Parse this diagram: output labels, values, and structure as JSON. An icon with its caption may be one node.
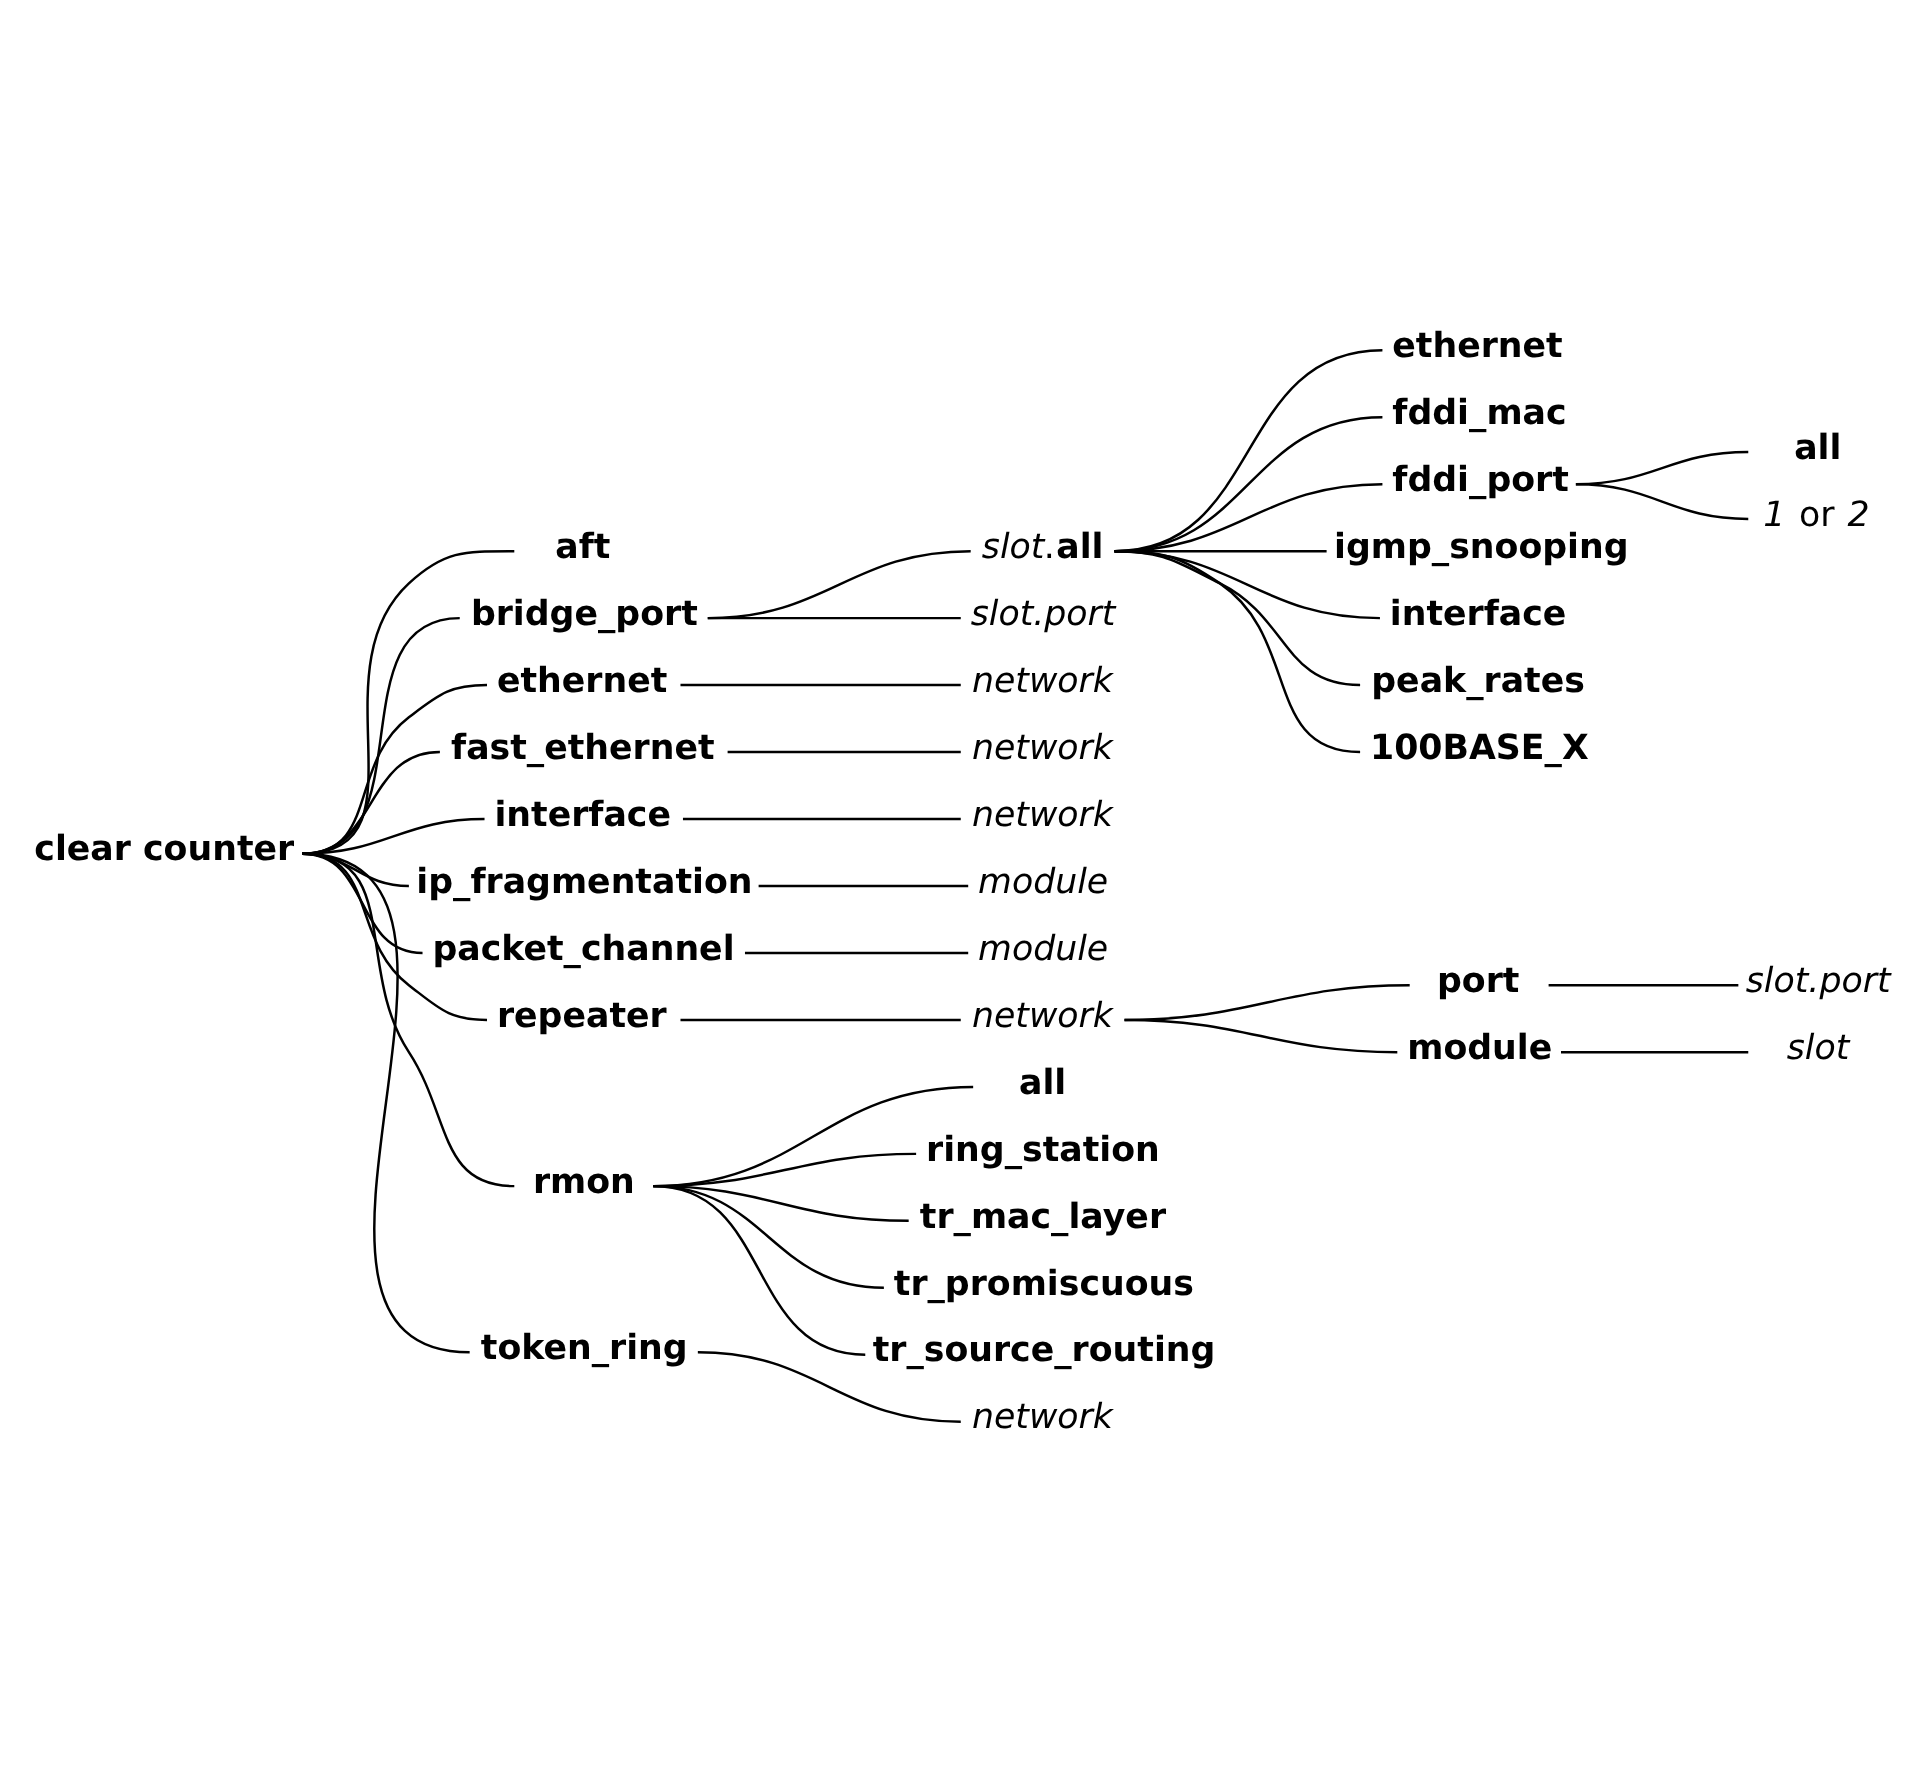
{
  "diagram": {
    "nodes": [
      {
        "text": [
          "clear counter"
        ]
      },
      {
        "text": [
          "aft"
        ]
      },
      {
        "text": [
          "bridge_port"
        ]
      },
      {
        "text": [
          "*slot*.**all**"
        ]
      },
      {
        "text": [
          "slot.port"
        ]
      },
      {
        "text": [
          "ethernet"
        ]
      },
      {
        "text": [
          "fddi_mac"
        ]
      },
      {
        "text": [
          "fddi_port"
        ]
      },
      {
        "text": [
          "all"
        ]
      },
      {
        "text": [
          "*1* or *2*"
        ]
      },
      {
        "text": [
          "igmp_snooping"
        ]
      },
      {
        "text": [
          "interface"
        ]
      },
      {
        "text": [
          "peak_rates"
        ]
      },
      {
        "text": [
          "100BASE_X"
        ]
      },
      {
        "text": [
          "ethernet"
        ]
      },
      {
        "text": [
          "network"
        ]
      },
      {
        "text": [
          "fast_ethernet"
        ]
      },
      {
        "text": [
          "network"
        ]
      },
      {
        "text": [
          "interface"
        ]
      },
      {
        "text": [
          "network"
        ]
      },
      {
        "text": [
          "ip_fragmentation"
        ]
      },
      {
        "text": [
          "module"
        ]
      },
      {
        "text": [
          "packet_channel"
        ]
      },
      {
        "text": [
          "module"
        ]
      },
      {
        "text": [
          "repeater"
        ]
      },
      {
        "text": [
          "network"
        ]
      },
      {
        "text": [
          "port"
        ]
      },
      {
        "text": [
          "slot.port"
        ]
      },
      {
        "text": [
          "module"
        ]
      },
      {
        "text": [
          "slot"
        ]
      },
      {
        "text": [
          "rmon"
        ]
      },
      {
        "text": [
          "all"
        ]
      },
      {
        "text": [
          "ring_station"
        ]
      },
      {
        "text": [
          "tr_mac_layer"
        ]
      },
      {
        "text": [
          "tr_promiscuous"
        ]
      },
      {
        "text": [
          "tr_source_routing"
        ]
      },
      {
        "text": [
          "token_ring"
        ]
      },
      {
        "text": [
          "network"
        ]
      }
    ],
    "edges": [
      {
        "from": 0,
        "to": 1,
        "arrow": "none"
      },
      {
        "from": 0,
        "to": 2,
        "arrow": "none"
      },
      {
        "from": 2,
        "to": 3,
        "arrow": "none"
      },
      {
        "from": 2,
        "to": 4,
        "arrow": "none"
      },
      {
        "from": 3,
        "to": 5,
        "arrow": "none"
      },
      {
        "from": 3,
        "to": 6,
        "arrow": "none"
      },
      {
        "from": 3,
        "to": 7,
        "arrow": "none"
      },
      {
        "from": 7,
        "to": 8,
        "arrow": "none"
      },
      {
        "from": 7,
        "to": 9,
        "arrow": "none"
      },
      {
        "from": 3,
        "to": 10,
        "arrow": "none"
      },
      {
        "from": 3,
        "to": 11,
        "arrow": "none"
      },
      {
        "from": 3,
        "to": 12,
        "arrow": "none"
      },
      {
        "from": 3,
        "to": 13,
        "arrow": "none"
      },
      {
        "from": 0,
        "to": 14,
        "arrow": "none"
      },
      {
        "from": 14,
        "to": 15,
        "arrow": "none"
      },
      {
        "from": 0,
        "to": 16,
        "arrow": "none"
      },
      {
        "from": 16,
        "to": 17,
        "arrow": "none"
      },
      {
        "from": 0,
        "to": 18,
        "arrow": "none"
      },
      {
        "from": 18,
        "to": 19,
        "arrow": "none"
      },
      {
        "from": 0,
        "to": 20,
        "arrow": "none"
      },
      {
        "from": 20,
        "to": 21,
        "arrow": "none"
      },
      {
        "from": 0,
        "to": 22,
        "arrow": "none"
      },
      {
        "from": 22,
        "to": 23,
        "arrow": "none"
      },
      {
        "from": 0,
        "to": 24,
        "arrow": "none"
      },
      {
        "from": 24,
        "to": 25,
        "arrow": "none"
      },
      {
        "from": 25,
        "to": 26,
        "arrow": "none"
      },
      {
        "from": 26,
        "to": 27,
        "arrow": "none"
      },
      {
        "from": 25,
        "to": 28,
        "arrow": "none"
      },
      {
        "from": 28,
        "to": 29,
        "arrow": "none"
      },
      {
        "from": 0,
        "to": 30,
        "arrow": "none"
      },
      {
        "from": 30,
        "to": 31,
        "arrow": "none"
      },
      {
        "from": 30,
        "to": 32,
        "arrow": "none"
      },
      {
        "from": 30,
        "to": 33,
        "arrow": "none"
      },
      {
        "from": 30,
        "to": 34,
        "arrow": "none"
      },
      {
        "from": 30,
        "to": 35,
        "arrow": "none"
      },
      {
        "from": 0,
        "to": 36,
        "arrow": "none"
      },
      {
        "from": 36,
        "to": 37,
        "arrow": "none"
      }
    ]
  }
}
